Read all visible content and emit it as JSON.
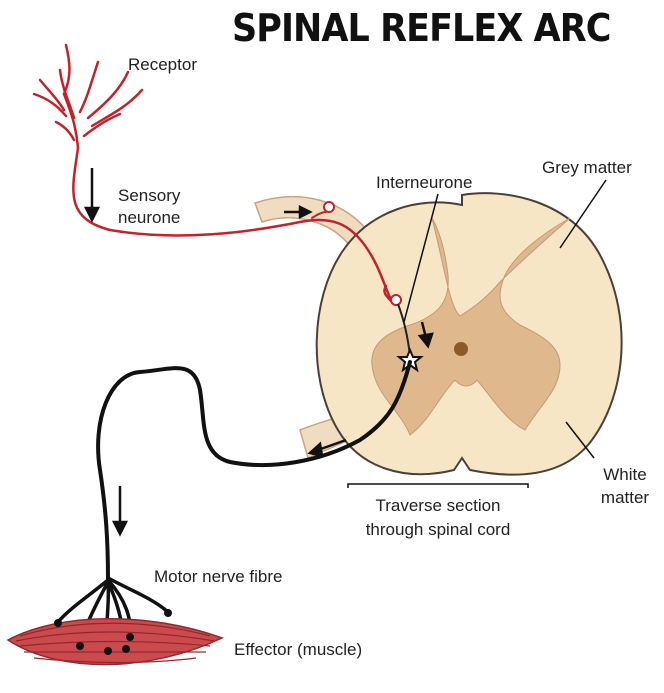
{
  "title": "SPINAL REFLEX ARC",
  "labels": {
    "receptor": "Receptor",
    "sensory_neurone": [
      "Sensory",
      "neurone"
    ],
    "interneurone": "Interneurone",
    "grey_matter": "Grey matter",
    "white_matter": [
      "White",
      "matter"
    ],
    "traverse_section": [
      "Traverse section",
      "through spinal cord"
    ],
    "motor_nerve_fibre": "Motor nerve fibre",
    "effector": "Effector (muscle)"
  },
  "colors": {
    "sensory": "#c0232b",
    "motor": "#111111",
    "white_matter": "#f6e6c6",
    "grey_matter": "#dfb88e",
    "nerve_root": "#f0dcc0",
    "muscle": "#cc4a4e",
    "muscle_stripe": "#8e2a2f"
  },
  "icons": {
    "arrow": "arrow-icon",
    "interneurone_star": "star-icon"
  }
}
